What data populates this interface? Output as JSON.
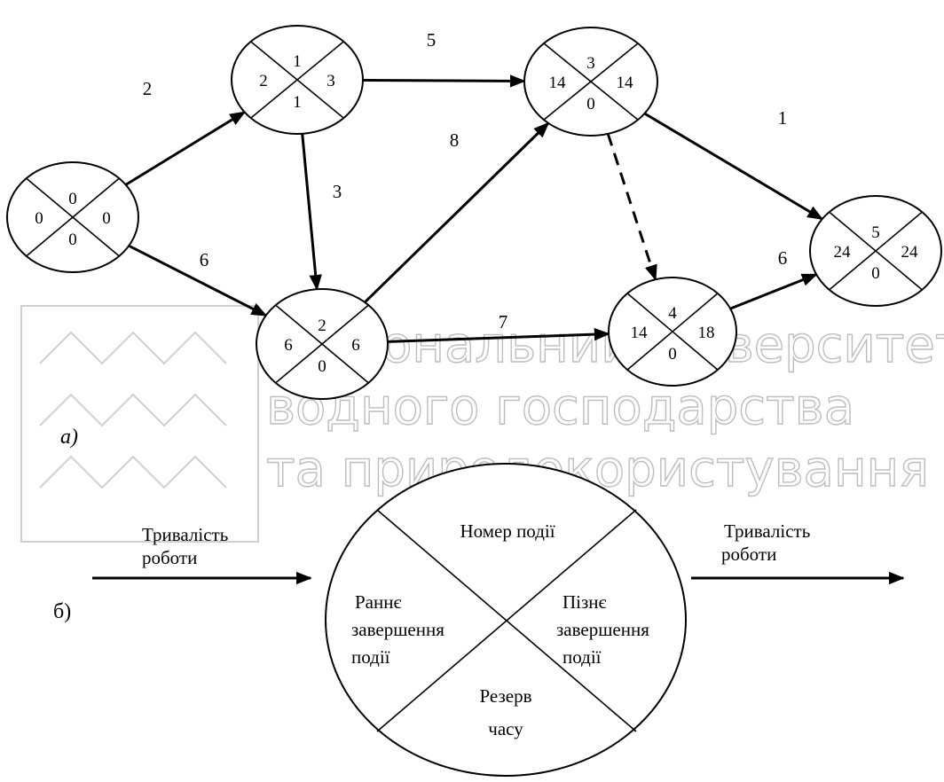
{
  "watermark": {
    "lines": [
      "Національний університет",
      "водного господарства",
      "та природокористування"
    ]
  },
  "part_a": {
    "label": "а)",
    "nodes": [
      {
        "id": "n0",
        "top": "0",
        "left": "0",
        "right": "0",
        "bottom": "0"
      },
      {
        "id": "n1",
        "top": "1",
        "left": "2",
        "right": "3",
        "bottom": "1"
      },
      {
        "id": "n2",
        "top": "2",
        "left": "6",
        "right": "6",
        "bottom": "0"
      },
      {
        "id": "n3",
        "top": "3",
        "left": "14",
        "right": "14",
        "bottom": "0"
      },
      {
        "id": "n4",
        "top": "4",
        "left": "14",
        "right": "18",
        "bottom": "0"
      },
      {
        "id": "n5",
        "top": "5",
        "left": "24",
        "right": "24",
        "bottom": "0"
      }
    ],
    "edges": [
      {
        "from": "n0",
        "to": "n1",
        "label": "2",
        "dashed": false
      },
      {
        "from": "n0",
        "to": "n2",
        "label": "6",
        "dashed": false
      },
      {
        "from": "n1",
        "to": "n3",
        "label": "5",
        "dashed": false
      },
      {
        "from": "n1",
        "to": "n2",
        "label": "3",
        "dashed": false
      },
      {
        "from": "n2",
        "to": "n3",
        "label": "8",
        "dashed": false
      },
      {
        "from": "n2",
        "to": "n4",
        "label": "7",
        "dashed": false
      },
      {
        "from": "n3",
        "to": "n4",
        "label": "",
        "dashed": true
      },
      {
        "from": "n3",
        "to": "n5",
        "label": "1",
        "dashed": false
      },
      {
        "from": "n4",
        "to": "n5",
        "label": "6",
        "dashed": false
      }
    ]
  },
  "part_b": {
    "label": "б)",
    "in_arrow_label": [
      "Тривалість",
      "роботи"
    ],
    "out_arrow_label": [
      "Тривалість",
      "роботи"
    ],
    "top": "Номер події",
    "left": [
      "Раннє",
      "завершення",
      "події"
    ],
    "right": [
      "Пізнє",
      "завершення",
      "події"
    ],
    "bottom": [
      "Резерв",
      "часу"
    ]
  }
}
